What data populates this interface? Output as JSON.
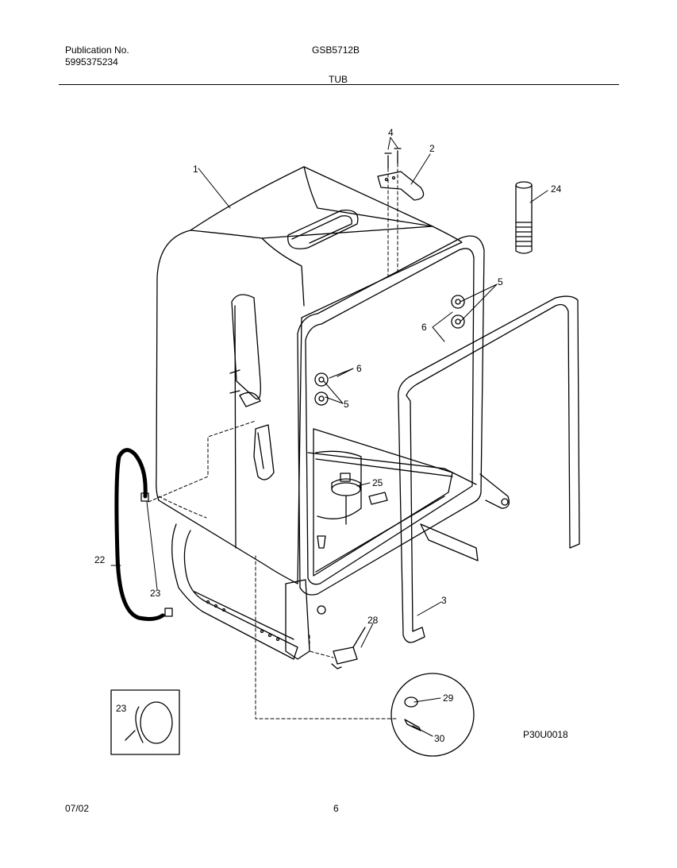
{
  "header": {
    "publication_label": "Publication No.",
    "publication_number": "5995375234",
    "model": "GSB5712B",
    "section_title": "TUB"
  },
  "footer": {
    "date": "07/02",
    "page_number": "6"
  },
  "diagram": {
    "reference_code": "P30U0018",
    "callouts": {
      "tub": "1",
      "hinge_bracket": "2",
      "door_gasket": "3",
      "screws": "4",
      "rail_rollers_upper": "5",
      "rail_rollers_lower": "5",
      "roller_screws_upper": "6",
      "roller_screws_lower": "6",
      "drain_hose": "22",
      "hose_clamp": "23",
      "hose_clamp_detail": "23",
      "vent_fill": "24",
      "float": "25",
      "float_switch": "28",
      "detail_part_29": "29",
      "detail_part_30": "30"
    }
  }
}
